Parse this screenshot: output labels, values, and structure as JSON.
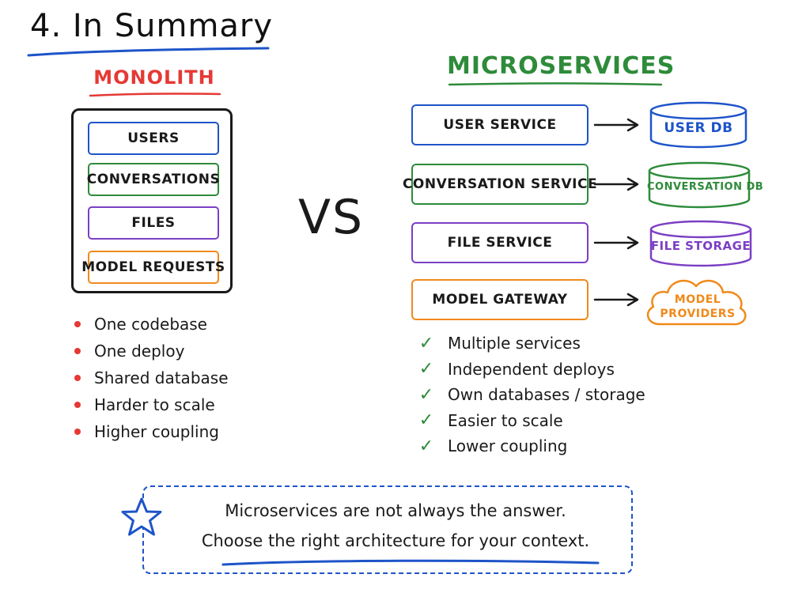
{
  "title": "4. In Summary",
  "colors": {
    "blue": "#1e54c9",
    "green": "#2e8b3a",
    "purple": "#7b3fc4",
    "orange": "#f08a1c",
    "red": "#e53935",
    "ink": "#1a1a1a"
  },
  "monolith": {
    "heading": "MONOLITH",
    "modules": [
      {
        "label": "USERS",
        "color": "#1e54c9"
      },
      {
        "label": "CONVERSATIONS",
        "color": "#2e8b3a"
      },
      {
        "label": "FILES",
        "color": "#7b3fc4"
      },
      {
        "label": "MODEL REQUESTS",
        "color": "#f08a1c"
      }
    ],
    "bullets": [
      "One codebase",
      "One deploy",
      "Shared database",
      "Harder to scale",
      "Higher coupling"
    ]
  },
  "vs": "VS",
  "microservices": {
    "heading": "MICROSERVICES",
    "services": [
      {
        "label": "USER SERVICE",
        "color": "#1e54c9",
        "store": "USER DB",
        "store_icon": "database-icon"
      },
      {
        "label": "CONVERSATION SERVICE",
        "color": "#2e8b3a",
        "store": "CONVERSATION DB",
        "store_icon": "database-icon"
      },
      {
        "label": "FILE SERVICE",
        "color": "#7b3fc4",
        "store": "FILE STORAGE",
        "store_icon": "database-icon"
      },
      {
        "label": "MODEL GATEWAY",
        "color": "#f08a1c",
        "store": "MODEL PROVIDERS",
        "store_icon": "cloud-icon"
      }
    ],
    "bullets": [
      "Multiple services",
      "Independent deploys",
      "Own databases / storage",
      "Easier to scale",
      "Lower coupling"
    ]
  },
  "callout": {
    "icon": "star-icon",
    "line1": "Microservices are not always the answer.",
    "line2": "Choose the right architecture for your context."
  }
}
